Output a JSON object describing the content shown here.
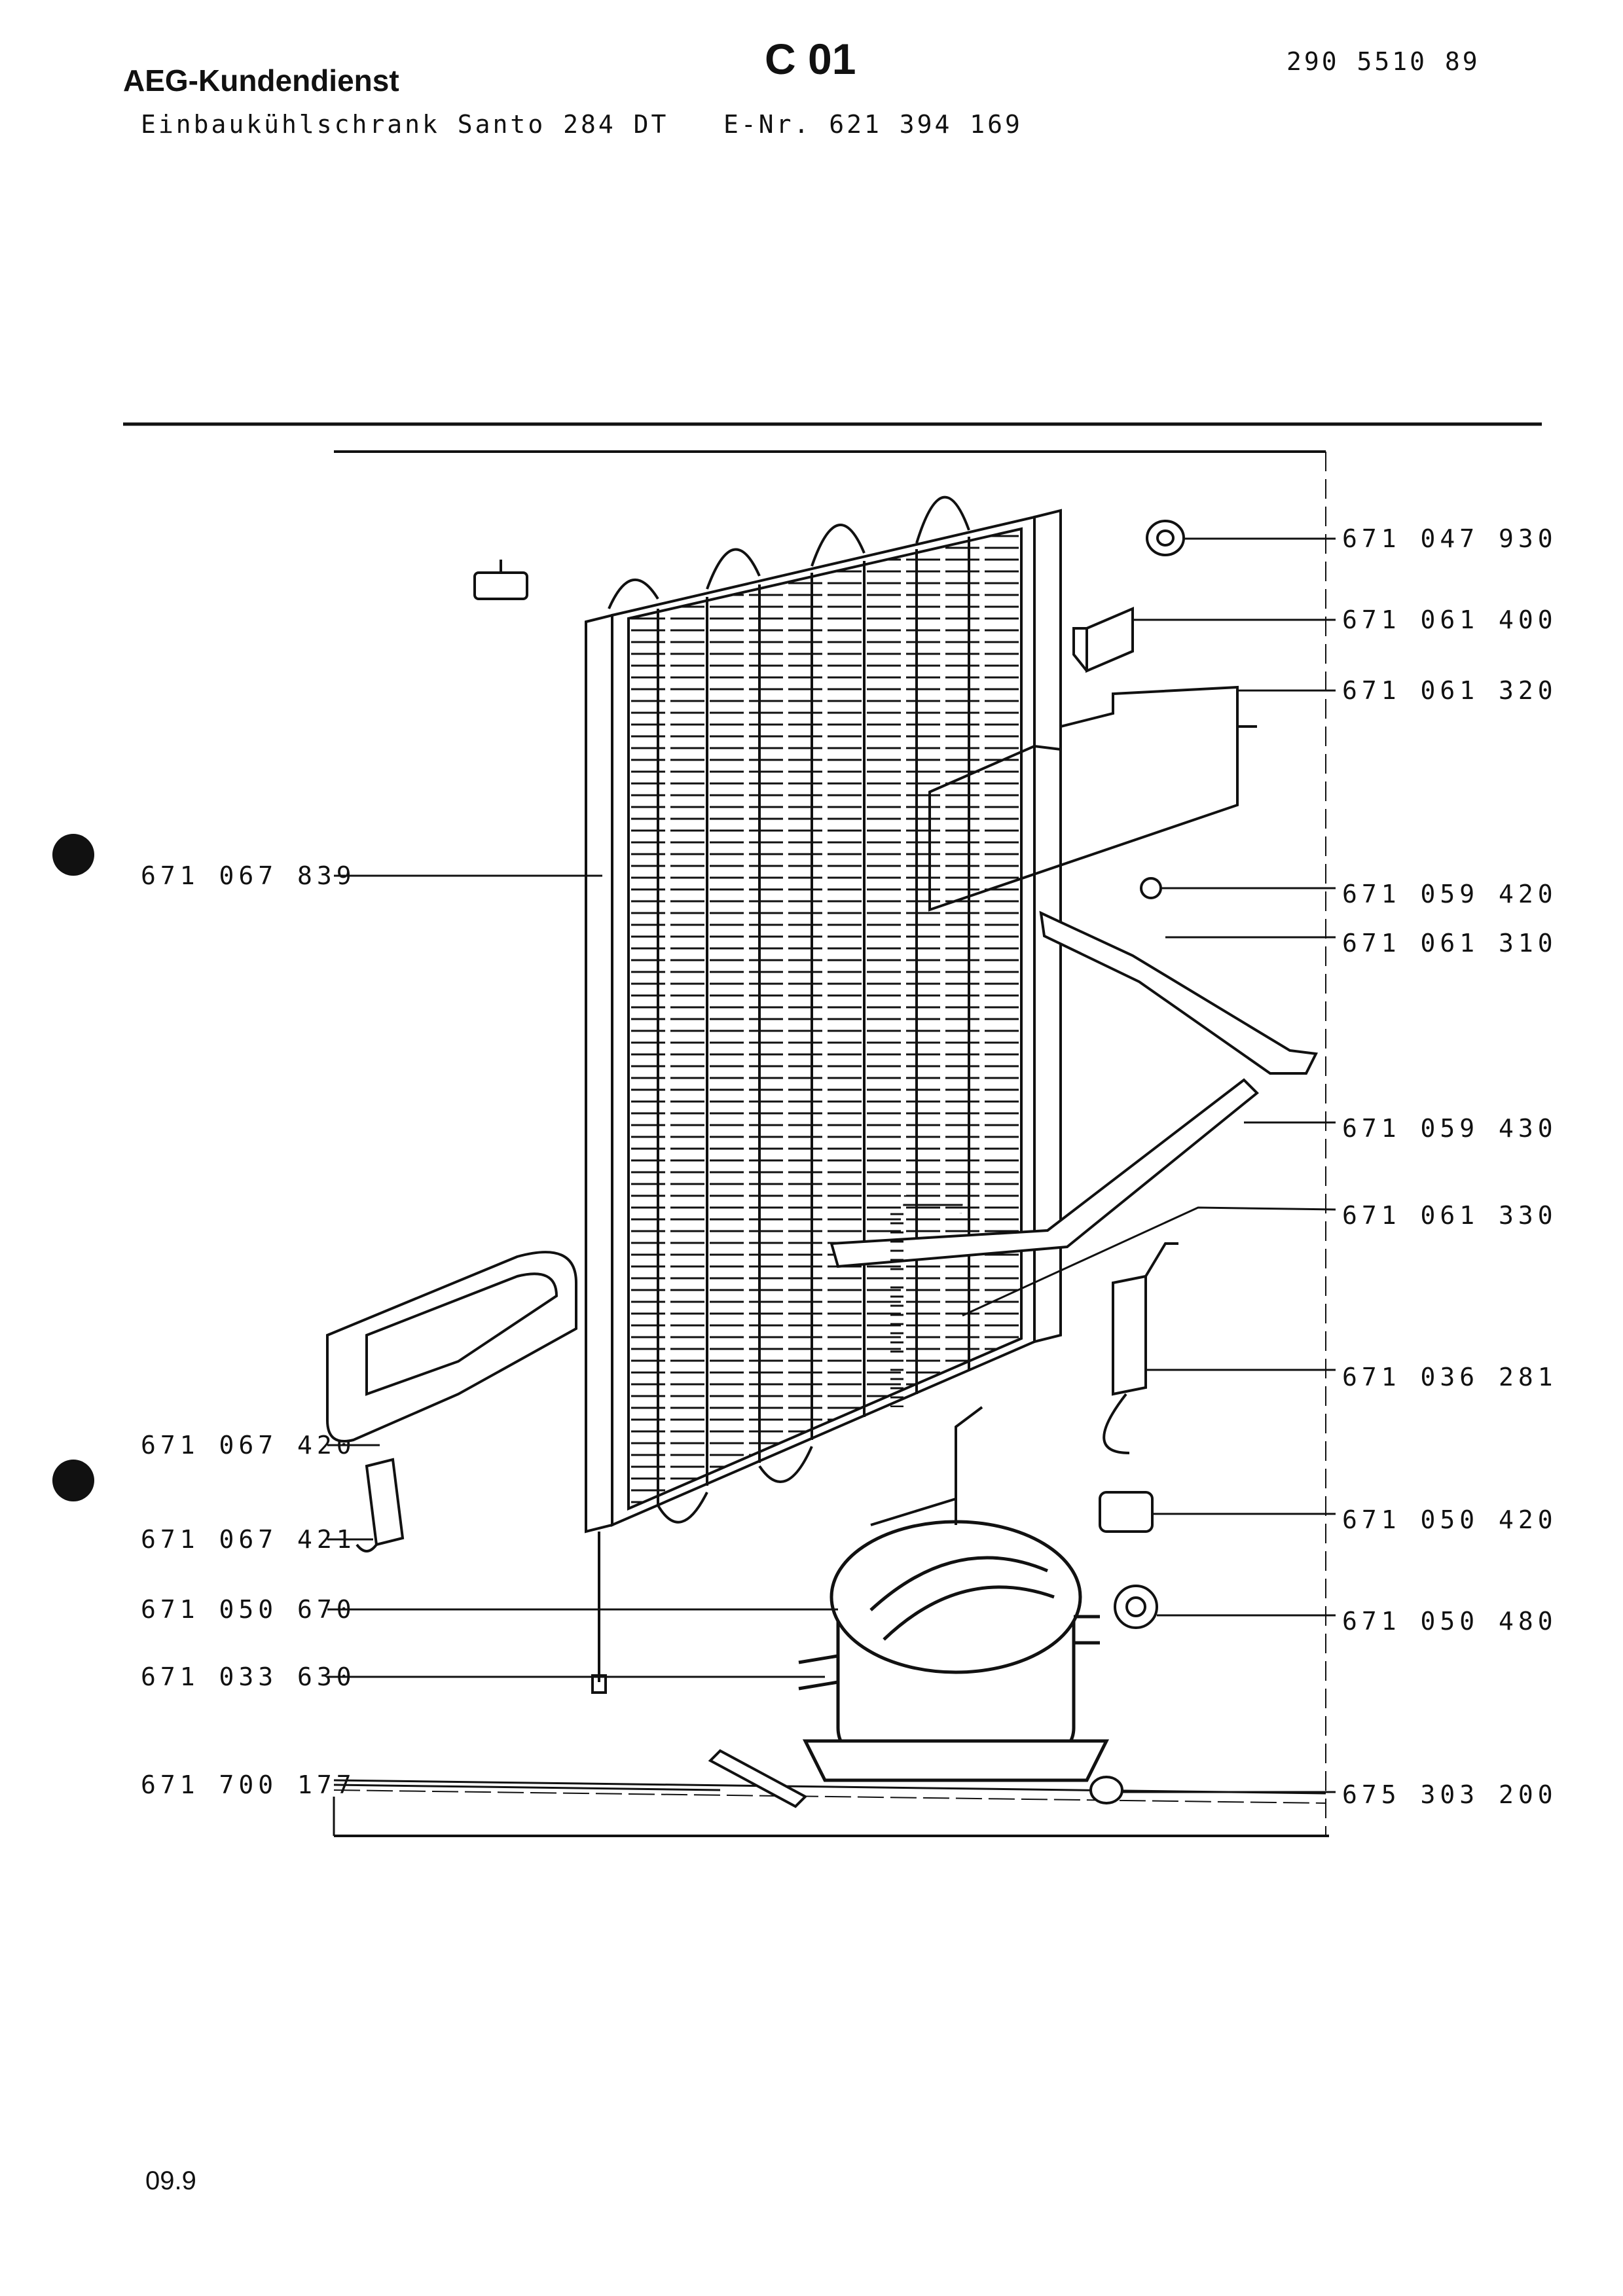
{
  "header": {
    "brand": "AEG-Kundendienst",
    "model": "Einbaukühlschrank Santo 284 DT",
    "section_code": "C 01",
    "document_number": "290 5510 89",
    "e_number": "E-Nr. 621 394 169"
  },
  "parts_left": [
    {
      "number": "671 067 839",
      "marked": true
    },
    {
      "number": "671 067 420",
      "marked": true
    },
    {
      "number": "671 067 421",
      "marked": false
    },
    {
      "number": "671 050 670",
      "marked": false
    },
    {
      "number": "671 033 630",
      "marked": false
    },
    {
      "number": "671 700 177",
      "marked": false
    }
  ],
  "parts_right": [
    {
      "number": "671 047 930"
    },
    {
      "number": "671 061 400"
    },
    {
      "number": "671 061 320"
    },
    {
      "number": "671 059 420"
    },
    {
      "number": "671 061 310"
    },
    {
      "number": "671 059 430"
    },
    {
      "number": "671 061 330"
    },
    {
      "number": "671 036 281"
    },
    {
      "number": "671 050 420"
    },
    {
      "number": "671 050 480"
    },
    {
      "number": "675 303 200"
    }
  ],
  "footer": {
    "date_code": "09.9"
  },
  "colors": {
    "ink": "#111111",
    "paper": "#ffffff"
  }
}
